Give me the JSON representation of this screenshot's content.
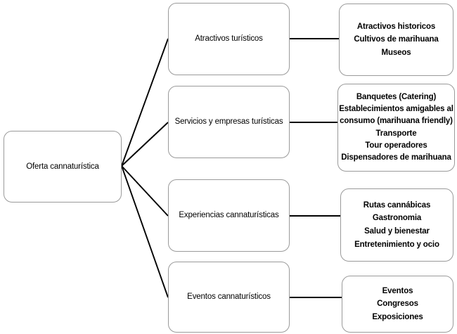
{
  "diagram": {
    "title": "Oferta cannaturistica",
    "type": "hierarchy-tree",
    "colors": {
      "box_border": "#9a9a9a",
      "box_fill": "#ffffff",
      "connector": "#000000",
      "text": "#000000"
    },
    "root": {
      "label": "Oferta cannaturística"
    },
    "branches": [
      {
        "category": "Atractivos turísticos",
        "items": [
          "Atractivos historicos",
          "Cultivos de marihuana",
          "Museos"
        ]
      },
      {
        "category": "Servicios y empresas turísticas",
        "items": [
          "Banquetes (Catering)",
          "Establecimientos amigables al consumo (marihuana friendly)",
          "Transporte",
          "Tour operadores",
          "Dispensadores de marihuana"
        ]
      },
      {
        "category": "Experiencias cannaturísticas",
        "items": [
          "Rutas cannábicas",
          "Gastronomia",
          "Salud y bienestar",
          "Entretenimiento y ocio"
        ]
      },
      {
        "category": "Eventos cannaturísticos",
        "items": [
          "Eventos",
          "Congresos",
          "Exposiciones"
        ]
      }
    ]
  }
}
